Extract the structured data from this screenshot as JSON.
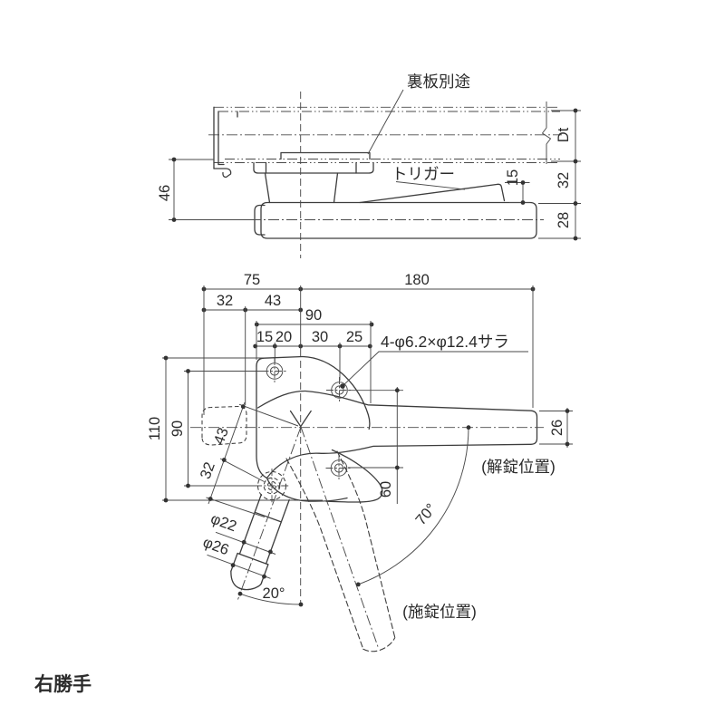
{
  "page": {
    "background": "#ffffff",
    "line_color": "#3d3d3d",
    "text_color": "#2b2b2b"
  },
  "section_view": {
    "back_plate_label": "裏板別途",
    "trigger_label": "トリガー",
    "dim_left_height": "46",
    "dim_frame_thickness": "Dt",
    "dim_trigger_height": "15",
    "dim_body_height": "32",
    "dim_lever_height": "28"
  },
  "plan_view": {
    "dim_left_span": "75",
    "dim_lever_span": "180",
    "dim_offset_32": "32",
    "dim_offset_43": "43",
    "dim_hole_span": "90",
    "dim_seg_15": "15",
    "dim_seg_20": "20",
    "dim_seg_30": "30",
    "dim_seg_25": "25",
    "dim_total_height": "110",
    "dim_hole_height": "90",
    "dim_grip_43": "43",
    "dim_grip_32": "32",
    "dim_hole_pitch": "60",
    "dim_lever_width": "26",
    "dim_grip_diameter": "φ22",
    "dim_cap_diameter": "φ26",
    "angle_grip": "20°",
    "angle_swing": "70°",
    "hole_callout": "4-φ6.2×φ12.4サラ",
    "unlock_position_label": "(解錠位置)",
    "lock_position_label": "(施錠位置)"
  },
  "footer": {
    "handing_label": "右勝手"
  }
}
